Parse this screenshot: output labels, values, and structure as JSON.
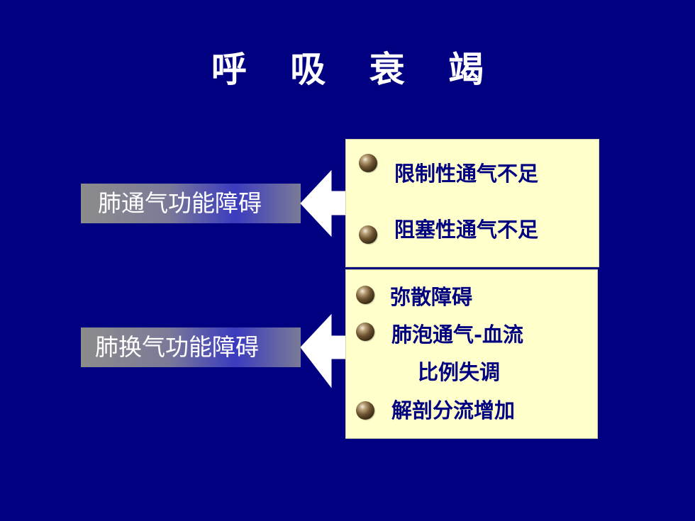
{
  "title": "呼 吸 衰 竭",
  "categories": [
    {
      "label": "肺通气功能障碍",
      "items": [
        "限制性通气不足",
        "阻塞性通气不足"
      ]
    },
    {
      "label": "肺换气功能障碍",
      "items": [
        "弥散障碍",
        "肺泡通气-血流",
        "比例失调",
        "解剖分流增加"
      ]
    }
  ],
  "icons": {
    "bullet": "sphere-bullet-icon",
    "arrow": "left-arrow-icon"
  },
  "colors": {
    "background": "#000080",
    "panel": "#ffffcc",
    "item_text": "#000080",
    "label_text": "#ffffff"
  }
}
